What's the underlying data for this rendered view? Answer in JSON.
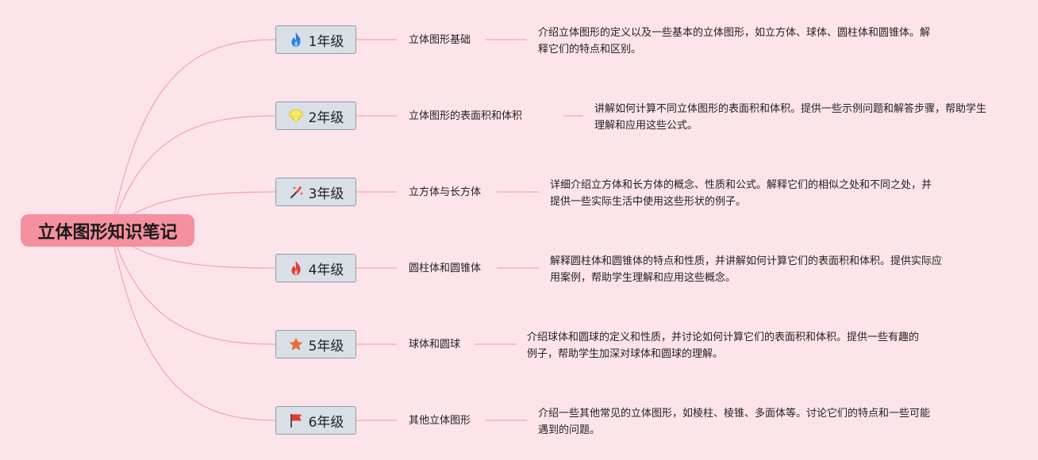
{
  "root": {
    "label": "立体图形知识笔记"
  },
  "grades": [
    {
      "label": "1年级",
      "icon": "flame-blue-icon",
      "topic": "立体图形基础",
      "description": "介绍立体图形的定义以及一些基本的立体图形，如立方体、球体、圆柱体和圆锥体。解释它们的特点和区别。"
    },
    {
      "label": "2年级",
      "icon": "gem-yellow-icon",
      "topic": "立体图形的表面积和体积",
      "description": "讲解如何计算不同立体图形的表面积和体积。提供一些示例问题和解答步骤，帮助学生理解和应用这些公式。"
    },
    {
      "label": "3年级",
      "icon": "magic-wand-icon",
      "topic": "立方体与长方体",
      "description": "详细介绍立方体和长方体的概念、性质和公式。解释它们的相似之处和不同之处，并提供一些实际生活中使用这些形状的例子。"
    },
    {
      "label": "4年级",
      "icon": "flame-red-icon",
      "topic": "圆柱体和圆锥体",
      "description": "解释圆柱体和圆锥体的特点和性质，并讲解如何计算它们的表面积和体积。提供实际应用案例，帮助学生理解和应用这些概念。"
    },
    {
      "label": "5年级",
      "icon": "star-orange-icon",
      "topic": "球体和圆球",
      "description": "介绍球体和圆球的定义和性质，并讨论如何计算它们的表面积和体积。提供一些有趣的例子，帮助学生加深对球体和圆球的理解。"
    },
    {
      "label": "6年级",
      "icon": "flag-red-icon",
      "topic": "其他立体图形",
      "description": "介绍一些其他常见的立体图形，如棱柱、棱锥、多面体等。讨论它们的特点和一些可能遇到的问题。"
    }
  ],
  "colors": {
    "background": "#fde4ea",
    "root_fill": "#f4909f",
    "connector": "#f2a3b3",
    "grade_fill": "#d8dfe7",
    "grade_border": "#8f9cab"
  }
}
